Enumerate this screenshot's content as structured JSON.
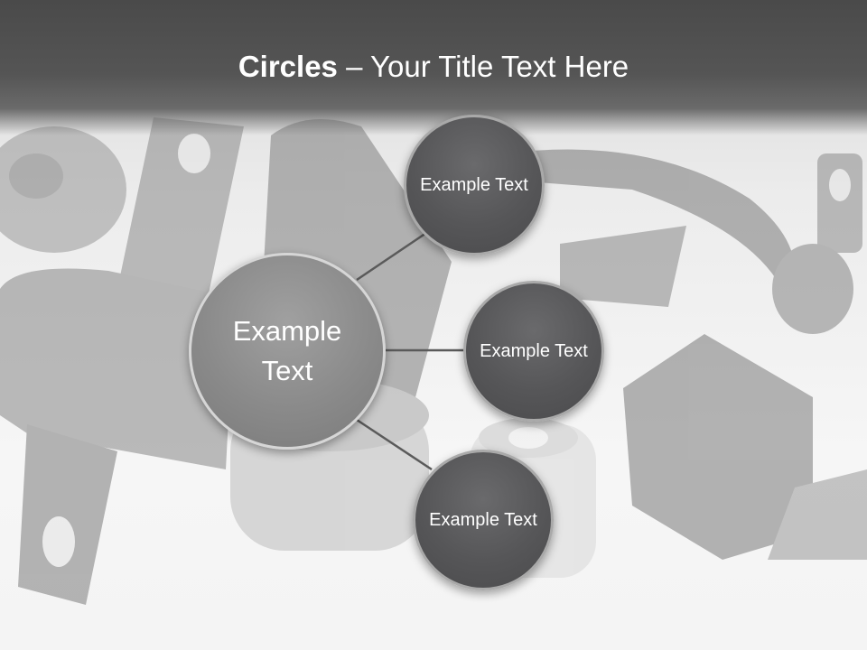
{
  "title": {
    "bold": "Circles",
    "rest": " – Your Title Text Here"
  },
  "circles": {
    "main": "Example Text",
    "item1": "Example Text",
    "item2": "Example Text",
    "item3": "Example Text"
  },
  "colors": {
    "title_bar": "#4a4a4a",
    "main_circle": "#8a8a8a",
    "small_circle": "#565658",
    "connector": "#5a5a5a",
    "text": "#ffffff"
  }
}
